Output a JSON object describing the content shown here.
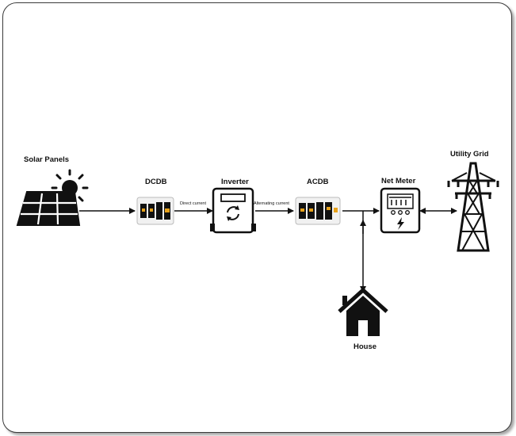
{
  "diagram": {
    "labels": {
      "solar_panels": "Solar Panels",
      "dcdb": "DCDB",
      "inverter": "Inverter",
      "acdb": "ACDB",
      "net_meter": "Net Meter",
      "utility_grid": "Utility Grid",
      "house": "House"
    },
    "edge_labels": {
      "direct_current": "Direct current",
      "alternating_current": "Alternating current"
    },
    "icons": [
      "solar-panel-icon",
      "sun-icon",
      "dcdb-breaker-icon",
      "inverter-icon",
      "acdb-breaker-icon",
      "net-meter-icon",
      "transmission-tower-icon",
      "house-icon"
    ],
    "colors": {
      "line": "#111111",
      "accent": "#e8a21a"
    }
  }
}
